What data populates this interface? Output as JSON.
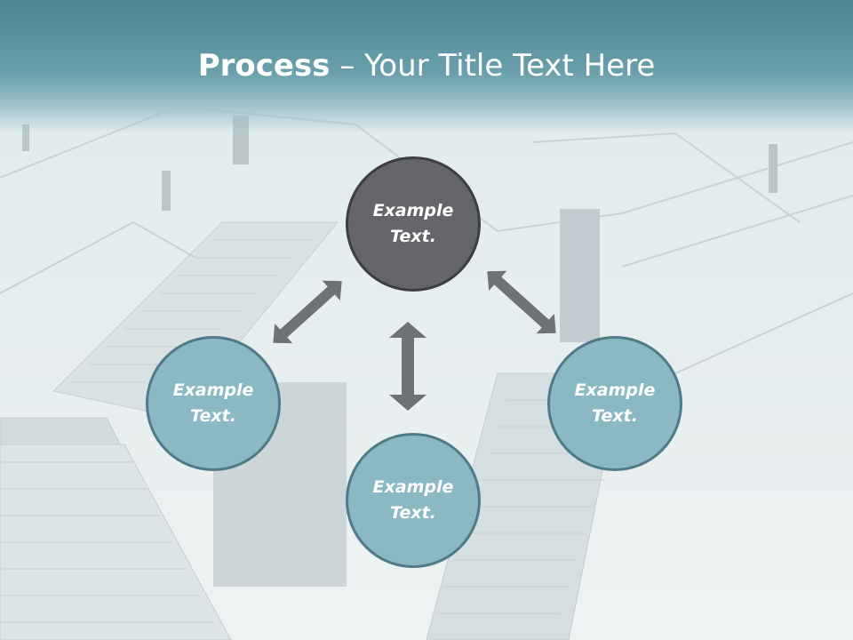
{
  "slide": {
    "title_bold": "Process",
    "title_rest": " – Your Title Text Here"
  },
  "nodes": [
    {
      "id": "top",
      "text": "Example Text."
    },
    {
      "id": "left",
      "text": "Example Text."
    },
    {
      "id": "right",
      "text": "Example Text."
    },
    {
      "id": "bottom",
      "text": "Example Text."
    }
  ],
  "colors": {
    "header": "#5e97a3",
    "dark_node": "#636569",
    "teal_node": "#8ab8c3",
    "arrow": "#6e7175"
  },
  "icons": [
    "double-arrow-icon"
  ]
}
